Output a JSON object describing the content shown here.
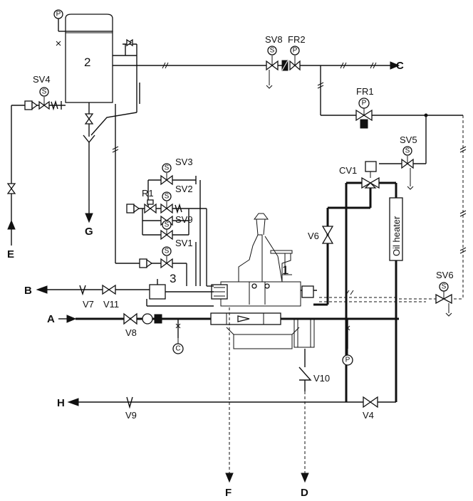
{
  "labels": {
    "tank": "2",
    "separator": "1",
    "strainer_unit": "3",
    "oil_heater": "Oil heater",
    "sv8": "SV8",
    "fr2": "FR2",
    "fr1": "FR1",
    "sv4": "SV4",
    "sv3": "SV3",
    "sv2": "SV2",
    "sv9": "SV9",
    "sv1": "SV1",
    "sv5": "SV5",
    "sv6": "SV6",
    "cv1": "CV1",
    "r1": "R1",
    "v6": "V6",
    "v7": "V7",
    "v11": "V11",
    "v8": "V8",
    "v9": "V9",
    "v10": "V10",
    "v4": "V4"
  },
  "ports": {
    "a": "A",
    "b": "B",
    "c": "C",
    "d": "D",
    "e": "E",
    "f": "F",
    "g": "G",
    "h": "H"
  },
  "instrument_letters": {
    "pressure": "P",
    "solenoid": "S",
    "c_gauge": "C"
  }
}
